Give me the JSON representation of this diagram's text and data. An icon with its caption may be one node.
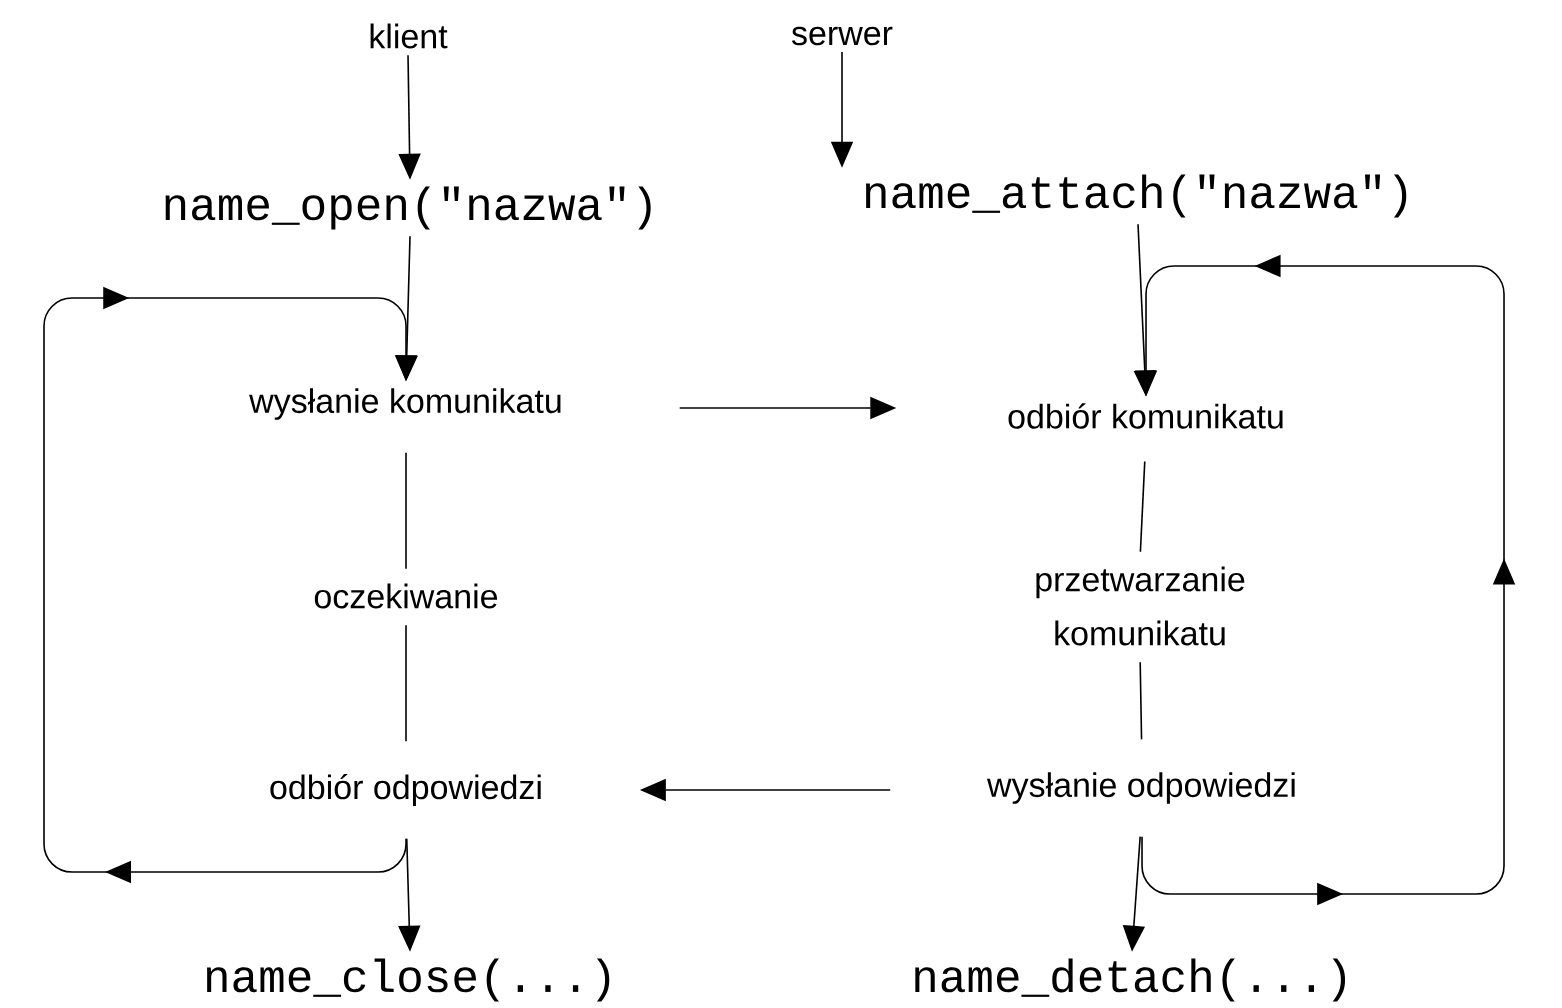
{
  "diagram": {
    "nodes": [
      {
        "text": [
          "klient"
        ]
      },
      {
        "text": [
          "name_open(\"nazwa\")"
        ]
      },
      {
        "text": [
          "wysłanie komunikatu"
        ]
      },
      {
        "text": [
          "oczekiwanie"
        ]
      },
      {
        "text": [
          "odbiór odpowiedzi"
        ]
      },
      {
        "text": [
          "name_close(...)"
        ]
      },
      {
        "text": [
          "serwer"
        ]
      },
      {
        "text": [
          "name_attach(\"nazwa\")"
        ]
      },
      {
        "text": [
          "odbiór komunikatu"
        ]
      },
      {
        "text": [
          "przetwarzanie komunikatu"
        ]
      },
      {
        "text": [
          "wysłanie odpowiedzi"
        ]
      },
      {
        "text": [
          "name_detach(...)"
        ]
      }
    ],
    "edges": [
      {
        "from": 0,
        "to": 1,
        "arrow": "to"
      },
      {
        "from": 1,
        "to": 2,
        "arrow": "to"
      },
      {
        "from": 2,
        "to": 3,
        "arrow": "none"
      },
      {
        "from": 3,
        "to": 4,
        "arrow": "none"
      },
      {
        "from": 4,
        "to": 5,
        "arrow": "to"
      },
      {
        "from": 4,
        "to": 2,
        "arrow": "to"
      },
      {
        "from": 2,
        "to": 8,
        "arrow": "to"
      },
      {
        "from": 10,
        "to": 4,
        "arrow": "to"
      },
      {
        "from": 6,
        "to": 7,
        "arrow": "to"
      },
      {
        "from": 7,
        "to": 8,
        "arrow": "to"
      },
      {
        "from": 8,
        "to": 9,
        "arrow": "none"
      },
      {
        "from": 9,
        "to": 10,
        "arrow": "none"
      },
      {
        "from": 10,
        "to": 11,
        "arrow": "to"
      },
      {
        "from": 10,
        "to": 8,
        "arrow": "to"
      }
    ]
  }
}
